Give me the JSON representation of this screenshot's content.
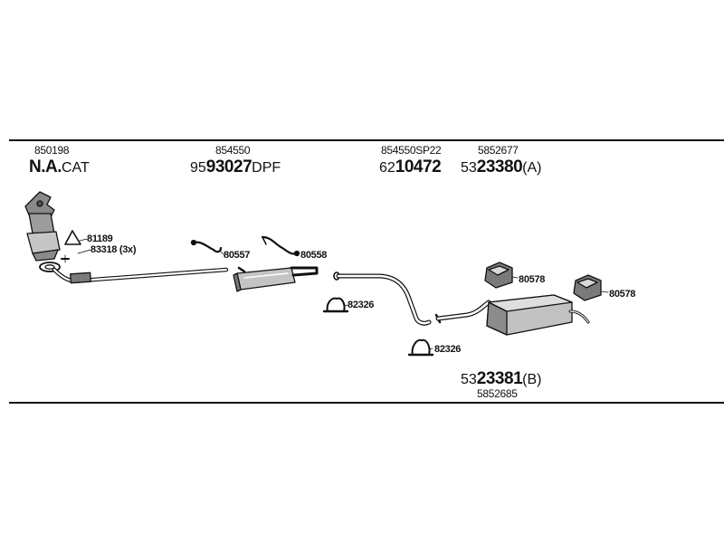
{
  "header": {
    "col1": {
      "ref": "850198",
      "main": "N.A.",
      "suffix": "CAT"
    },
    "col2": {
      "ref": "854550",
      "prefix": "95",
      "main": "93027",
      "suffix": "DPF"
    },
    "col3": {
      "ref": "854550SP22",
      "prefix": "62",
      "main": "10472",
      "suffix": ""
    },
    "col4": {
      "ref": "5852677",
      "prefix": "53",
      "main": "23380",
      "suffix": "(A)"
    }
  },
  "footer": {
    "prefix": "53",
    "main": "23381",
    "suffix": "(B)",
    "ref": "5852685"
  },
  "callouts": {
    "c81189": "81189",
    "c83318": "83318 (3x)",
    "c80557": "80557",
    "c80558": "80558",
    "c82326a": "82326",
    "c82326b": "82326",
    "c80578a": "80578",
    "c80578b": "80578"
  },
  "colors": {
    "ink": "#111111",
    "part_fill": "#b8b8b8",
    "part_dark": "#6f6f6f"
  }
}
